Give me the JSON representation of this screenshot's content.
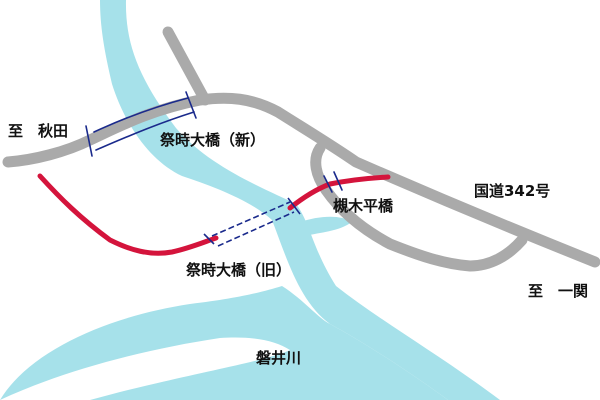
{
  "labels": {
    "to_akita": "至　秋田",
    "to_ichinoseki": "至　一関",
    "bridge_new": "祭時大橋（新）",
    "bridge_old": "祭時大橋（旧）",
    "bridge_tsukinokidaira": "槻木平橋",
    "national_route": "国道342号",
    "river": "磐井川"
  },
  "colors": {
    "river": "#a6e1ea",
    "road": "#aaaaaa",
    "old_road": "#d4143c",
    "bridge_outline": "#1a2a8c",
    "text": "#111111"
  }
}
